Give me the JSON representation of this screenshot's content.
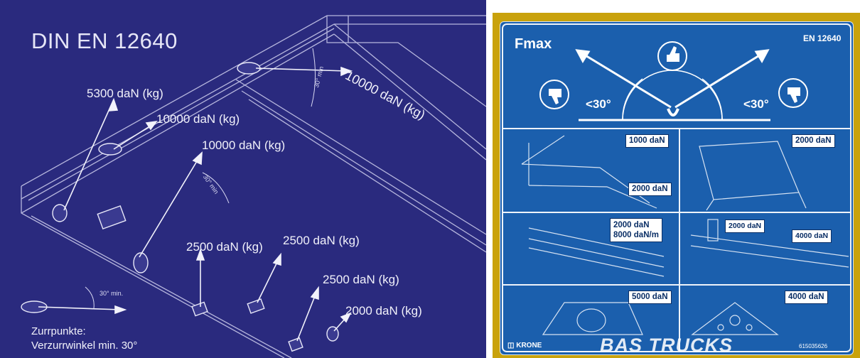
{
  "left_plate": {
    "title": "DIN EN 12640",
    "labels": {
      "load_5300": "5300 daN (kg)",
      "load_10000_top_right": "10000 daN (kg)",
      "load_10000_center": "10000 daN (kg)",
      "load_10000_mid": "10000 daN (kg)",
      "load_2500_left": "2500 daN (kg)",
      "load_2500_center": "2500 daN (kg)",
      "load_2500_right": "2500 daN (kg)",
      "load_2000": "2000 daN (kg)",
      "angle_top": "30° min",
      "angle_mid": "30° min",
      "angle_bottom": "30° min."
    },
    "footer_line1": "Zurrpunkte:",
    "footer_line2": "Verzurrwinkel min. 30°",
    "color": "#2a2a7e"
  },
  "right_plate": {
    "title": "Fmax",
    "standard": "EN 12640",
    "angle_left": "<30°",
    "angle_right": "<30°",
    "tags": {
      "t1000": "1000 daN",
      "t2000_a": "2000 daN",
      "t2000_b": "2000 daN",
      "t2000_c_line1": "2000 daN",
      "t2000_c_line2": "8000 daN/m",
      "t2000_d": "2000 daN",
      "t4000_a": "4000 daN",
      "t5000": "5000 daN",
      "t4000_b": "4000 daN"
    },
    "brand": "KRONE",
    "watermark": "BAS TRUCKS",
    "serial": "615035626",
    "color": "#1b5fad",
    "frame_color": "#c9a20c"
  }
}
